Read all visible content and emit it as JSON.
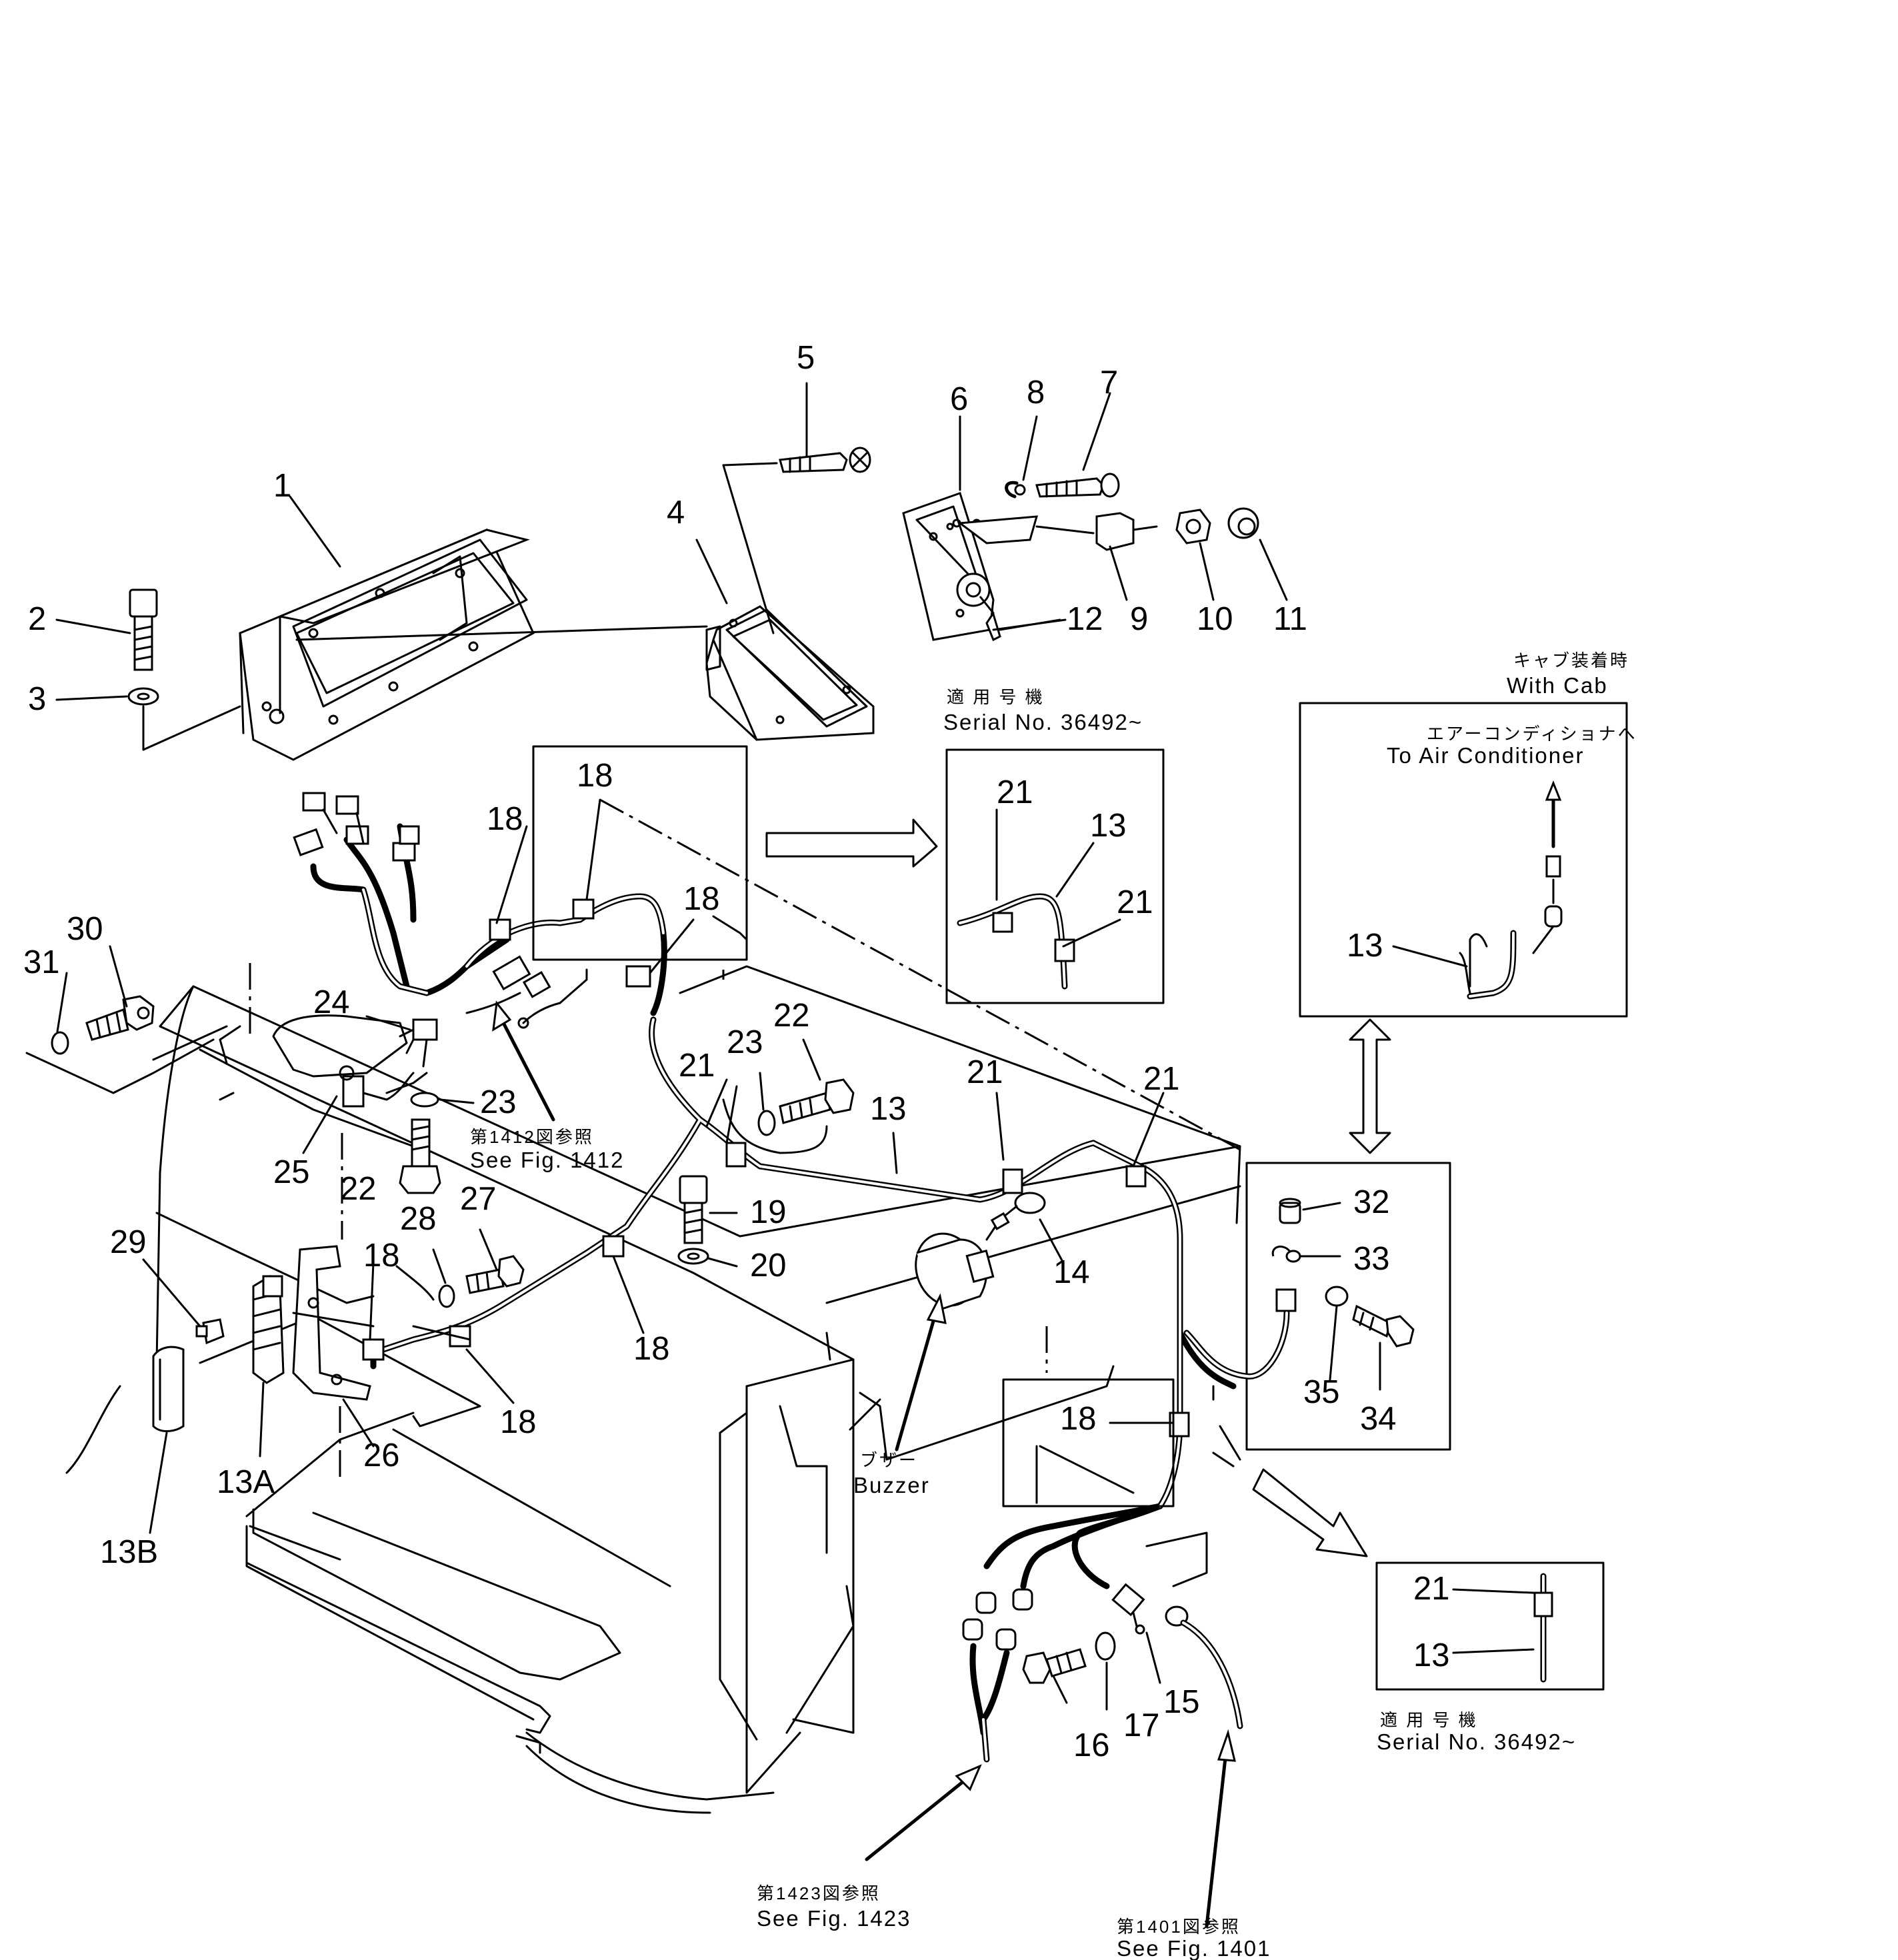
{
  "callouts": [
    {
      "id": "c1",
      "text": "1"
    },
    {
      "id": "c2",
      "text": "2"
    },
    {
      "id": "c3",
      "text": "3"
    },
    {
      "id": "c4",
      "text": "4"
    },
    {
      "id": "c5",
      "text": "5"
    },
    {
      "id": "c6",
      "text": "6"
    },
    {
      "id": "c7",
      "text": "7"
    },
    {
      "id": "c8",
      "text": "8"
    },
    {
      "id": "c9",
      "text": "9"
    },
    {
      "id": "c10",
      "text": "10"
    },
    {
      "id": "c11",
      "text": "11"
    },
    {
      "id": "c12",
      "text": "12"
    },
    {
      "id": "c13a",
      "text": "13"
    },
    {
      "id": "c13A",
      "text": "13A"
    },
    {
      "id": "c13B",
      "text": "13B"
    },
    {
      "id": "c14",
      "text": "14"
    },
    {
      "id": "c15",
      "text": "15"
    },
    {
      "id": "c16",
      "text": "16"
    },
    {
      "id": "c17",
      "text": "17"
    },
    {
      "id": "c18a",
      "text": "18"
    },
    {
      "id": "c18b",
      "text": "18"
    },
    {
      "id": "c18c",
      "text": "18"
    },
    {
      "id": "c18d",
      "text": "18"
    },
    {
      "id": "c18e",
      "text": "18"
    },
    {
      "id": "c18f",
      "text": "18"
    },
    {
      "id": "c18g",
      "text": "18"
    },
    {
      "id": "c19",
      "text": "19"
    },
    {
      "id": "c20",
      "text": "20"
    },
    {
      "id": "c21a",
      "text": "21"
    },
    {
      "id": "c21b",
      "text": "21"
    },
    {
      "id": "c21c",
      "text": "21"
    },
    {
      "id": "c22a",
      "text": "22"
    },
    {
      "id": "c22b",
      "text": "22"
    },
    {
      "id": "c23a",
      "text": "23"
    },
    {
      "id": "c23b",
      "text": "23"
    },
    {
      "id": "c24",
      "text": "24"
    },
    {
      "id": "c25",
      "text": "25"
    },
    {
      "id": "c26",
      "text": "26"
    },
    {
      "id": "c27",
      "text": "27"
    },
    {
      "id": "c28",
      "text": "28"
    },
    {
      "id": "c29",
      "text": "29"
    },
    {
      "id": "c30",
      "text": "30"
    },
    {
      "id": "c31",
      "text": "31"
    },
    {
      "id": "c32",
      "text": "32"
    },
    {
      "id": "c33",
      "text": "33"
    },
    {
      "id": "c34",
      "text": "34"
    },
    {
      "id": "c35",
      "text": "35"
    },
    {
      "id": "i1-21a",
      "text": "21"
    },
    {
      "id": "i1-13",
      "text": "13"
    },
    {
      "id": "i1-21b",
      "text": "21"
    },
    {
      "id": "i2-13",
      "text": "13"
    },
    {
      "id": "i3-21",
      "text": "21"
    },
    {
      "id": "i3-13",
      "text": "13"
    }
  ],
  "notes": {
    "serial_top_jp": "適 用 号 機",
    "serial_top_en": "Serial No. 36492~",
    "cab_jp": "キャブ装着時",
    "cab_en": "With Cab",
    "aircon_jp": "エアーコンディショナへ",
    "aircon_en": "To Air Conditioner",
    "fig1412_jp": "第1412図参照",
    "fig1412_en": "See Fig. 1412",
    "buzzer_jp": "ブザー",
    "buzzer_en": "Buzzer",
    "serial_bottom_jp": "適 用 号 機",
    "serial_bottom_en": "Serial No. 36492~",
    "fig1423_jp": "第1423図参照",
    "fig1423_en": "See Fig. 1423",
    "fig1401_jp": "第1401図参照",
    "fig1401_en": "See Fig. 1401"
  }
}
